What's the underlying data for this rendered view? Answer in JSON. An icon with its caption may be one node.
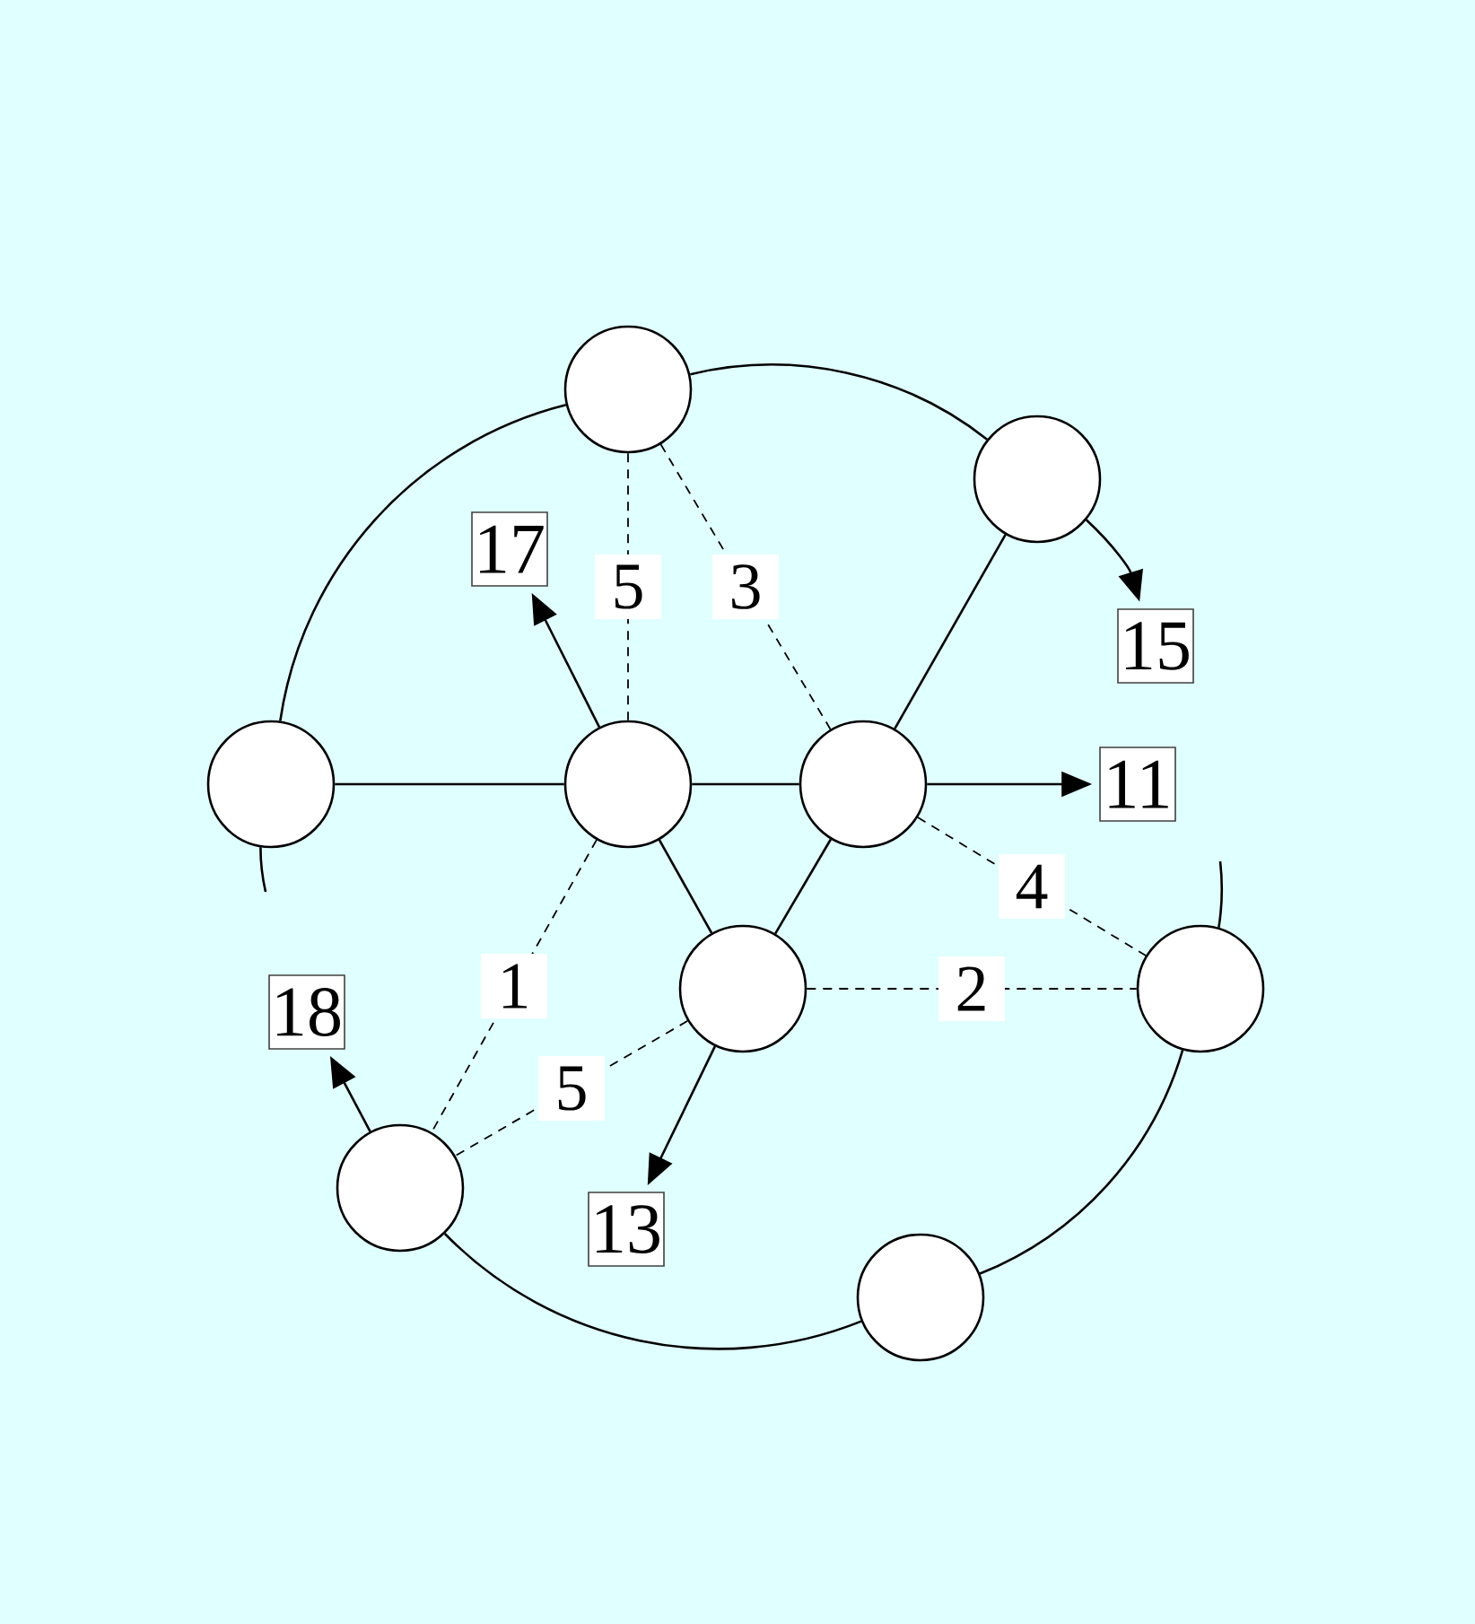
{
  "diagram": {
    "nodes": [
      {
        "text": [],
        "shape": "circle"
      },
      {
        "text": [],
        "shape": "circle"
      },
      {
        "text": [
          "17"
        ]
      },
      {
        "text": [
          "15"
        ]
      },
      {
        "text": [],
        "shape": "circle"
      },
      {
        "text": [],
        "shape": "circle"
      },
      {
        "text": [],
        "shape": "circle"
      },
      {
        "text": [
          "11"
        ]
      },
      {
        "text": [],
        "shape": "circle"
      },
      {
        "text": [],
        "shape": "circle"
      },
      {
        "text": [
          "18"
        ]
      },
      {
        "text": [],
        "shape": "circle"
      },
      {
        "text": [
          "13"
        ]
      },
      {
        "text": [],
        "shape": "circle"
      }
    ],
    "edges": [
      {
        "from": 0,
        "to": 1,
        "arrow": "none"
      },
      {
        "from": 0,
        "to": 4,
        "arrow": "none"
      },
      {
        "from": 0,
        "to": 5,
        "arrow": "none",
        "label": "5",
        "style": "dashed"
      },
      {
        "from": 0,
        "to": 6,
        "arrow": "none",
        "label": "3",
        "style": "dashed"
      },
      {
        "from": 1,
        "to": 6,
        "arrow": "none"
      },
      {
        "from": 1,
        "to": 3,
        "arrow": "to"
      },
      {
        "from": 5,
        "to": 2,
        "arrow": "to"
      },
      {
        "from": 4,
        "to": 5,
        "arrow": "none"
      },
      {
        "from": 5,
        "to": 6,
        "arrow": "none"
      },
      {
        "from": 6,
        "to": 7,
        "arrow": "to"
      },
      {
        "from": 4,
        "to": null,
        "arrow": "none"
      },
      {
        "from": 5,
        "to": 8,
        "arrow": "none"
      },
      {
        "from": 6,
        "to": 8,
        "arrow": "none"
      },
      {
        "from": 5,
        "to": 11,
        "arrow": "none",
        "label": "1",
        "style": "dashed"
      },
      {
        "from": 6,
        "to": 9,
        "arrow": "none",
        "label": "4",
        "style": "dashed"
      },
      {
        "from": 8,
        "to": 9,
        "arrow": "none",
        "label": "2",
        "style": "dashed"
      },
      {
        "from": 9,
        "to": null,
        "arrow": "none"
      },
      {
        "from": 8,
        "to": 11,
        "arrow": "none",
        "label": "5",
        "style": "dashed"
      },
      {
        "from": 11,
        "to": 10,
        "arrow": "to"
      },
      {
        "from": 8,
        "to": 12,
        "arrow": "to"
      },
      {
        "from": 9,
        "to": 13,
        "arrow": "none"
      },
      {
        "from": 11,
        "to": 13,
        "arrow": "none"
      }
    ]
  }
}
